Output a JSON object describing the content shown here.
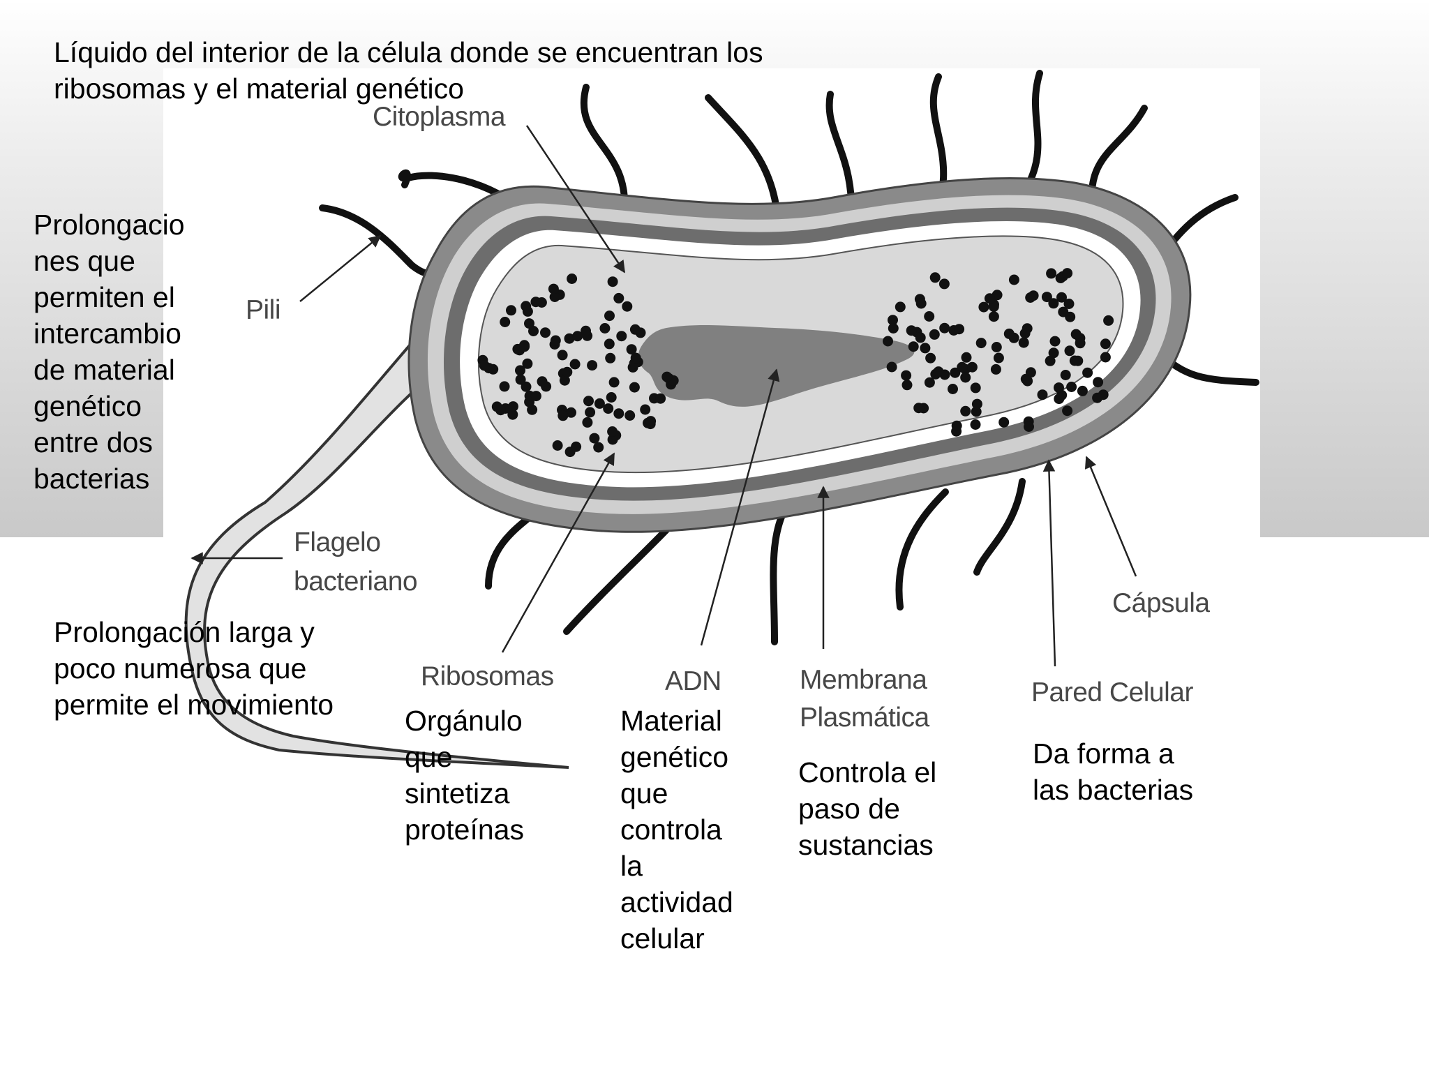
{
  "figure_labels": {
    "citoplasma": "Citoplasma",
    "pili": "Pili",
    "flagelo": "Flagelo\nbacteriano",
    "ribosomas": "Ribosomas",
    "adn": "ADN",
    "membrana": "Membrana\nPlasmática",
    "pared": "Pared Celular",
    "capsula": "Cápsula"
  },
  "notes": {
    "citoplasma": "Líquido del interior de la célula donde se encuentran los\nribosomas y el material genético",
    "pili": "Prolongacio\nnes que\npermiten el\nintercambio\nde material\ngenético\nentre dos\nbacterias",
    "flagelo": "Prolongación larga y\npoco numerosa que\npermite el movimiento",
    "ribosomas": "Orgánulo\nque\nsintetiza\nproteínas",
    "adn": "Material\ngenético\nque\ncontrola\nla\nactividad\ncelular",
    "membrana": "Controla el\npaso de\nsustancias",
    "pared": "Da forma a\nlas bacterias"
  },
  "colors": {
    "capsule": "#8a8a8a",
    "wall": "#cfcfcf",
    "membrane": "#6d6d6d",
    "cytoplasm": "#d9d9d9",
    "dna": "#808080",
    "ribosome": "#111111",
    "pili": "#111111",
    "flagellum_fill": "#e2e2e2"
  }
}
